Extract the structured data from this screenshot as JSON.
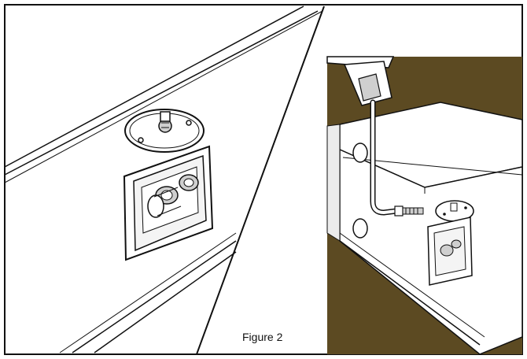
{
  "figure": {
    "caption": "Figure 2",
    "colors": {
      "background": "#ffffff",
      "line": "#111111",
      "photo_backdrop": "#5c4a22",
      "panel_fill": "#f4f4f4",
      "knob_fill": "#cfcfcf"
    },
    "panels": [
      {
        "name": "closeup-detail",
        "description_icon": "outlet-fitting-closeup"
      },
      {
        "name": "wrench-insertion-view",
        "description_icon": "hex-key-in-fitting"
      }
    ]
  }
}
